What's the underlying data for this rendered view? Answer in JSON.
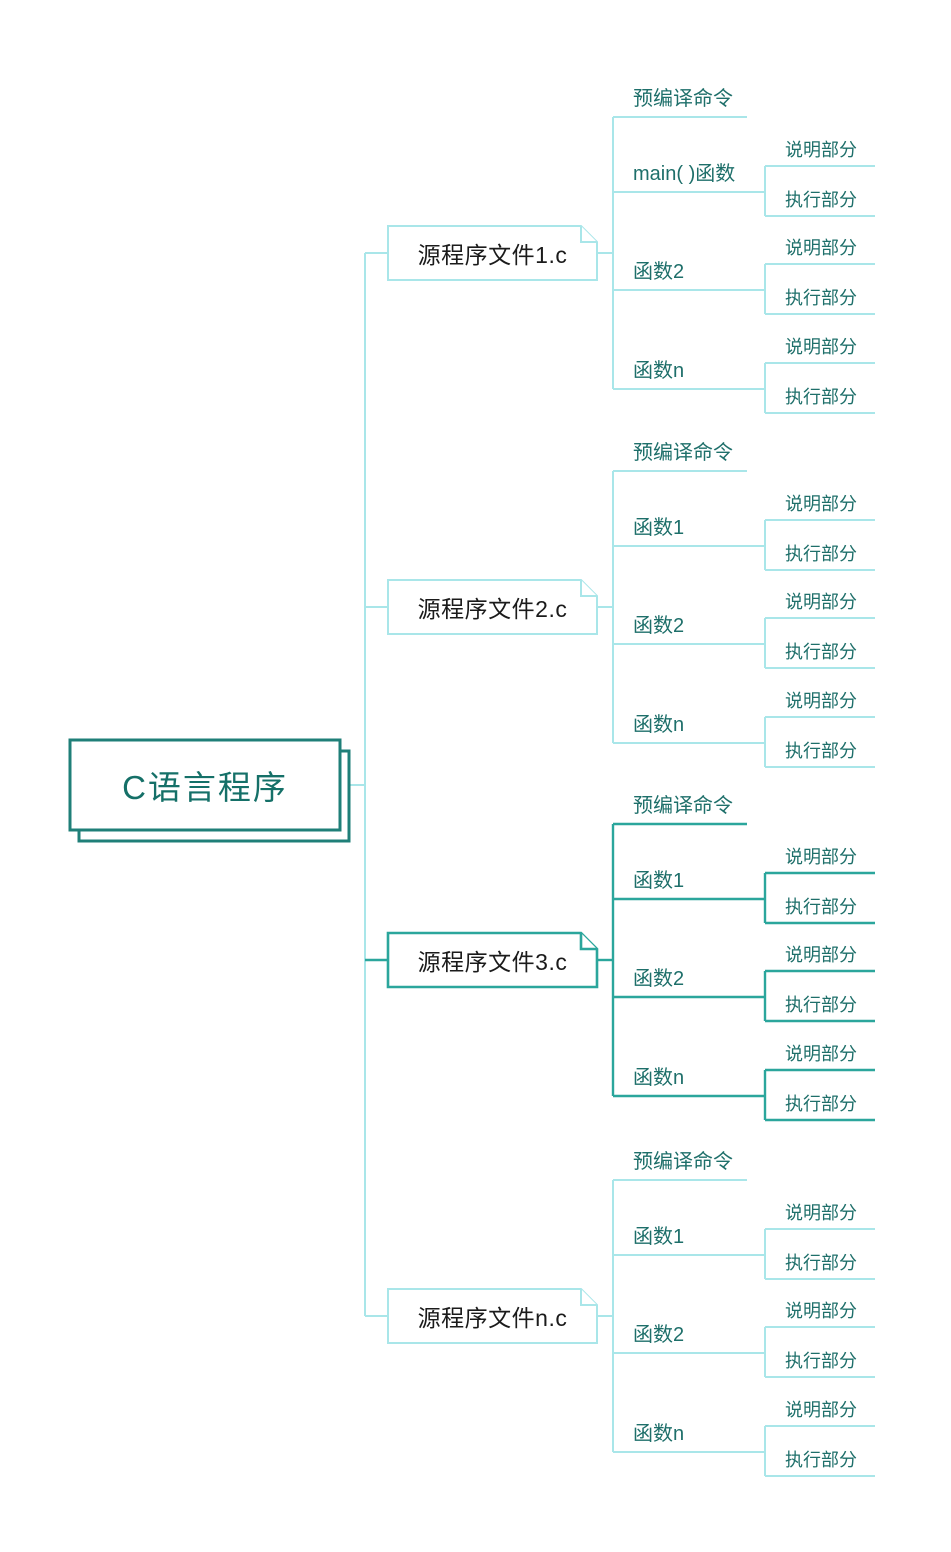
{
  "diagram": {
    "root": {
      "label": "C语言程序"
    },
    "colors": {
      "light_line": "#A9E6E9",
      "dark_line": "#2BA69C",
      "topic_text": "#1E6F6A",
      "root_border": "#1F7F78",
      "root_text": "#157068",
      "file_text": "#1B1B1B",
      "background": "#FFFFFF"
    },
    "branches": [
      {
        "file": "源程序文件1.c",
        "color": "light",
        "precompile": "预编译命令",
        "functions": [
          {
            "name": "main( )函数",
            "parts": [
              {
                "label": "说明部分"
              },
              {
                "label": "执行部分"
              }
            ]
          },
          {
            "name": "函数2",
            "parts": [
              {
                "label": "说明部分"
              },
              {
                "label": "执行部分"
              }
            ]
          },
          {
            "name": "函数n",
            "parts": [
              {
                "label": "说明部分"
              },
              {
                "label": "执行部分"
              }
            ]
          }
        ]
      },
      {
        "file": "源程序文件2.c",
        "color": "light",
        "precompile": "预编译命令",
        "functions": [
          {
            "name": "函数1",
            "parts": [
              {
                "label": "说明部分"
              },
              {
                "label": "执行部分"
              }
            ]
          },
          {
            "name": "函数2",
            "parts": [
              {
                "label": "说明部分"
              },
              {
                "label": "执行部分"
              }
            ]
          },
          {
            "name": "函数n",
            "parts": [
              {
                "label": "说明部分"
              },
              {
                "label": "执行部分"
              }
            ]
          }
        ]
      },
      {
        "file": "源程序文件3.c",
        "color": "dark",
        "precompile": "预编译命令",
        "functions": [
          {
            "name": "函数1",
            "parts": [
              {
                "label": "说明部分"
              },
              {
                "label": "执行部分"
              }
            ]
          },
          {
            "name": "函数2",
            "parts": [
              {
                "label": "说明部分"
              },
              {
                "label": "执行部分"
              }
            ]
          },
          {
            "name": "函数n",
            "parts": [
              {
                "label": "说明部分"
              },
              {
                "label": "执行部分"
              }
            ]
          }
        ]
      },
      {
        "file": "源程序文件n.c",
        "color": "light",
        "precompile": "预编译命令",
        "functions": [
          {
            "name": "函数1",
            "parts": [
              {
                "label": "说明部分"
              },
              {
                "label": "执行部分"
              }
            ]
          },
          {
            "name": "函数2",
            "parts": [
              {
                "label": "说明部分"
              },
              {
                "label": "执行部分"
              }
            ]
          },
          {
            "name": "函数n",
            "parts": [
              {
                "label": "说明部分"
              },
              {
                "label": "执行部分"
              }
            ]
          }
        ]
      }
    ]
  }
}
